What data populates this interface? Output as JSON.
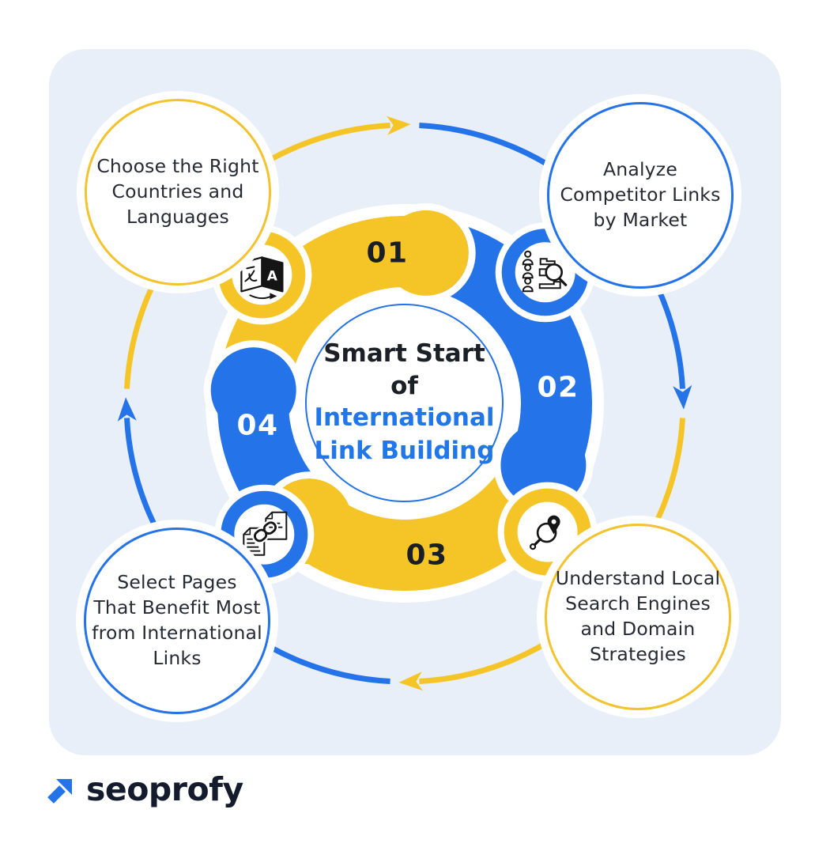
{
  "center": {
    "title_dark": "Smart Start of",
    "title_blue": "International\nLink Building"
  },
  "steps": [
    {
      "number": "01",
      "label": "Choose the Right\nCountries and\nLanguages",
      "accent": "yellow",
      "icon": "translate-icon",
      "icon_letter": "A"
    },
    {
      "number": "02",
      "label": "Analyze\nCompetitor Links\nby Market",
      "accent": "blue",
      "icon": "competitor-analysis-icon"
    },
    {
      "number": "03",
      "label": "Understand Local\nSearch Engines\nand Domain\nStrategies",
      "accent": "yellow",
      "icon": "location-search-icon"
    },
    {
      "number": "04",
      "label": "Select Pages\nThat Benefit Most\nfrom International\nLinks",
      "accent": "blue",
      "icon": "linked-pages-icon"
    }
  ],
  "logo": {
    "text": "seoprofy"
  },
  "colors": {
    "blue": "#2473E8",
    "yellow": "#F5C528",
    "dark_text": "#1B2026",
    "blue_text": "#2176E8",
    "panel_bg": "#E9EFF9",
    "icon_ink": "#151515",
    "white": "#FFFFFF"
  }
}
